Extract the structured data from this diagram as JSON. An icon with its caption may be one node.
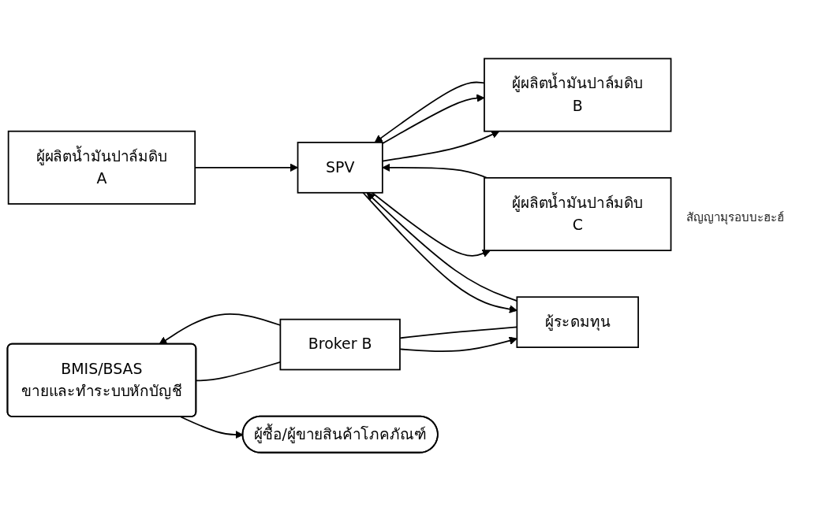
{
  "diagram": {
    "nodes": [
      {
        "text": [
          "ผู้ผลิตน้ำมันปาล์มดิบ",
          "A"
        ]
      },
      {
        "text": [
          "ผู้ผลิตน้ำมันปาล์มดิบ",
          "B"
        ]
      },
      {
        "text": [
          "ผู้ผลิตน้ำมันปาล์มดิบ",
          "C"
        ]
      },
      {
        "text": [
          "SPV"
        ]
      },
      {
        "text": [
          "BMIS/BSAS",
          "ขายและทำระบบหักบัญชี"
        ]
      },
      {
        "text": [
          "Broker B"
        ]
      },
      {
        "text": [
          "ผู้ระดมทุน"
        ]
      },
      {
        "text": [
          "ผู้ซื้อ/ผู้ขายสินค้าโภคภัณฑ์"
        ]
      }
    ],
    "edges": [
      {
        "from": 0,
        "to": 3,
        "arrow": "to"
      },
      {
        "from": 1,
        "to": 3,
        "arrow": "to"
      },
      {
        "from": 2,
        "to": 3,
        "arrow": "to"
      },
      {
        "from": 3,
        "to": 1,
        "arrow": "to"
      },
      {
        "from": 3,
        "to": 1,
        "arrow": "to"
      },
      {
        "from": 3,
        "to": 2,
        "arrow": "to"
      },
      {
        "from": 4,
        "to": 7,
        "arrow": "to"
      },
      {
        "from": 5,
        "to": 4,
        "arrow": "to"
      },
      {
        "from": 4,
        "to": 5,
        "arrow": "none"
      },
      {
        "from": 5,
        "to": 6,
        "arrow": "to"
      },
      {
        "from": 5,
        "to": 6,
        "arrow": "none"
      },
      {
        "from": 3,
        "to": 6,
        "arrow": "to"
      },
      {
        "from": 6,
        "to": 3,
        "arrow": "to"
      }
    ],
    "labels": [
      "สัญญามุรอบบะฮะฮ์"
    ]
  }
}
